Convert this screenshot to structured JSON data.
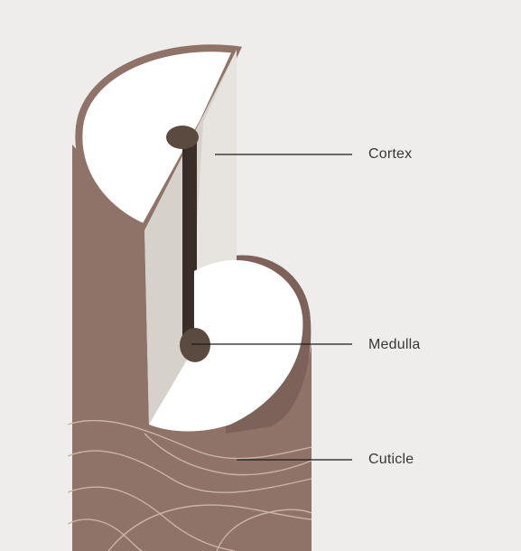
{
  "labels": {
    "cortex": "Cortex",
    "medulla": "Medulla",
    "cuticle": "Cuticle"
  },
  "colors": {
    "background": "#efedeb",
    "cuticle": "#8f7268",
    "cuticle_dark": "#6f574e",
    "cuticle_scale_lines": "#c9b4a9",
    "cortex_face": "#ffffff",
    "cortex_cut_plane": "#d6d1cb",
    "medulla": "#3a2e29",
    "leader_line": "#1e1a18"
  }
}
